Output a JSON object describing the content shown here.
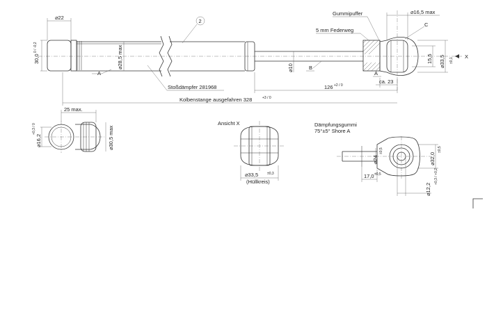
{
  "drawing": {
    "main": {
      "dia_22": "⌀22",
      "dia_16_5": "⌀16,5 max",
      "gummipuffer": "Gummipuffer",
      "balloon_2": "2",
      "label_c": "C",
      "federweg": "5 mm Federweg",
      "dim_30_0": "30,0",
      "tol_30_0": "0 / -0,2",
      "dia_28_5": "⌀28,5 max",
      "dia_10": "⌀10",
      "label_b": "B",
      "label_a_left": "A",
      "label_a_right": "A",
      "dim_15_5": "15,5",
      "dia_33_5": "⌀33,5",
      "tol_33_5": "±0,1",
      "label_x": "X",
      "ca_23": "ca. 23",
      "part_name": "Stoßdämpfer 281968",
      "dim_126": "126",
      "tol_126": "+2 / 0",
      "kolbenstange": "Kolbenstange ausgefahren 328",
      "tol_328": "+3 / 0"
    },
    "end_view": {
      "dim_25": "25 max.",
      "dia_16_2": "⌀16,2",
      "tol_16_2": "+0,3 / 0",
      "dia_30_5": "⌀30,5 max"
    },
    "view_x": {
      "title": "Ansicht X",
      "dia_33_5": "⌀33,5",
      "tol_33_5": "±0,3",
      "huellkreis": "(Hüllkreis)"
    },
    "damping": {
      "title": "Dämpfungsgummi",
      "shore": "75°±5° Shore A",
      "dia_24": "⌀24",
      "tol_24": "±0,5",
      "dia_32": "⌀32,0",
      "tol_32": "±0,5",
      "dim_17": "17,0",
      "tol_17": "±0,5",
      "dia_12_2": "⌀12,2",
      "tol_12_2": "+0,3 / +0,2"
    }
  }
}
